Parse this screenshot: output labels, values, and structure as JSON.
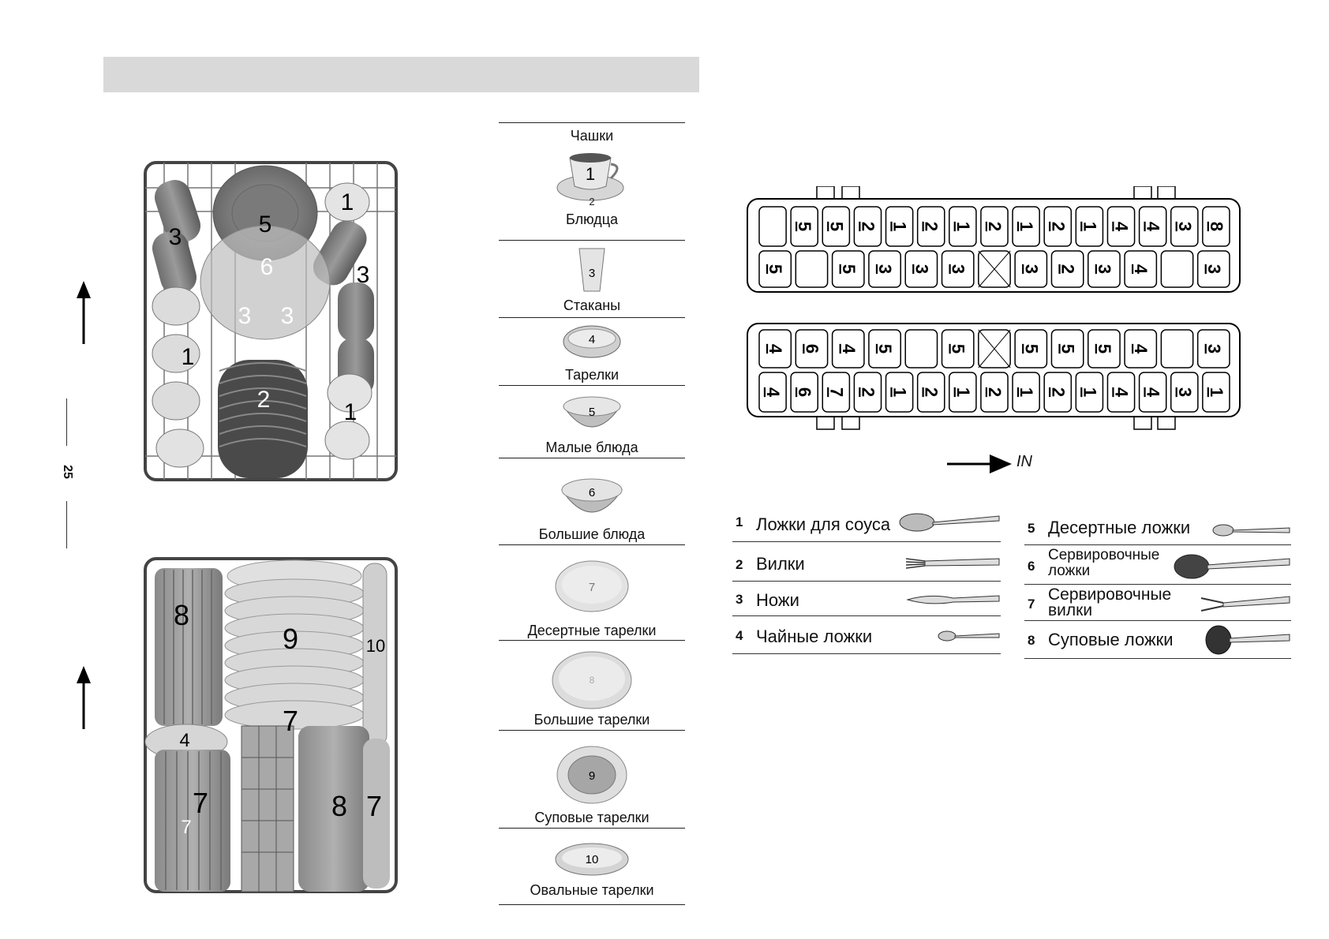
{
  "page": {
    "number": "25"
  },
  "dish_legend": [
    {
      "label": "Чашки",
      "num": "1"
    },
    {
      "label": "Блюдца",
      "num": "2"
    },
    {
      "label": "Стаканы",
      "num": "3"
    },
    {
      "label": "Тарелки",
      "num": "4"
    },
    {
      "label": "Малые блюда",
      "num": "5"
    },
    {
      "label": "Большие блюда",
      "num": "6"
    },
    {
      "label": "Десертные тарелки",
      "num": "7"
    },
    {
      "label": "Большие тарелки",
      "num": "8"
    },
    {
      "label": "Суповые тарелки",
      "num": "9"
    },
    {
      "label": "Овальные тарелки",
      "num": "10"
    }
  ],
  "upper_rack": {
    "labels": [
      "5",
      "6",
      "3",
      "3",
      "1",
      "3",
      "3",
      "1",
      "2",
      "1",
      "1"
    ]
  },
  "lower_rack": {
    "labels": [
      "8",
      "9",
      "10",
      "4",
      "7",
      "7",
      "7",
      "8",
      "7"
    ]
  },
  "basket": {
    "top_tray": {
      "row1": [
        "",
        "5",
        "5",
        "2",
        "1",
        "2",
        "1",
        "2",
        "1",
        "2",
        "1",
        "4",
        "4",
        "3",
        "8"
      ],
      "row2": [
        "5",
        "",
        "5",
        "3",
        "3",
        "3",
        "X",
        "3",
        "2",
        "3",
        "4",
        "",
        "3"
      ]
    },
    "bottom_tray": {
      "row1": [
        "4",
        "6",
        "4",
        "5",
        "",
        "5",
        "X",
        "5",
        "5",
        "5",
        "4",
        "",
        "3"
      ],
      "row2": [
        "4",
        "6",
        "7",
        "2",
        "1",
        "2",
        "1",
        "2",
        "1",
        "2",
        "1",
        "4",
        "4",
        "3",
        "1"
      ]
    },
    "direction_label": "IN"
  },
  "cutlery_legend": {
    "left": [
      {
        "num": "1",
        "name": "Ложки для соуса",
        "icon": "sauce-spoon-icon"
      },
      {
        "num": "2",
        "name": "Вилки",
        "icon": "fork-icon"
      },
      {
        "num": "3",
        "name": "Ножи",
        "icon": "knife-icon"
      },
      {
        "num": "4",
        "name": "Чайные ложки",
        "icon": "teaspoon-icon"
      }
    ],
    "right": [
      {
        "num": "5",
        "name": "Десертные ложки",
        "icon": "dessert-spoon-icon"
      },
      {
        "num": "6",
        "name": "Сервировочные ложки",
        "icon": "serving-spoon-icon"
      },
      {
        "num": "7",
        "name": "Сервировочные вилки",
        "icon": "serving-fork-icon"
      },
      {
        "num": "8",
        "name": "Суповые ложки",
        "icon": "soup-ladle-icon"
      }
    ]
  }
}
